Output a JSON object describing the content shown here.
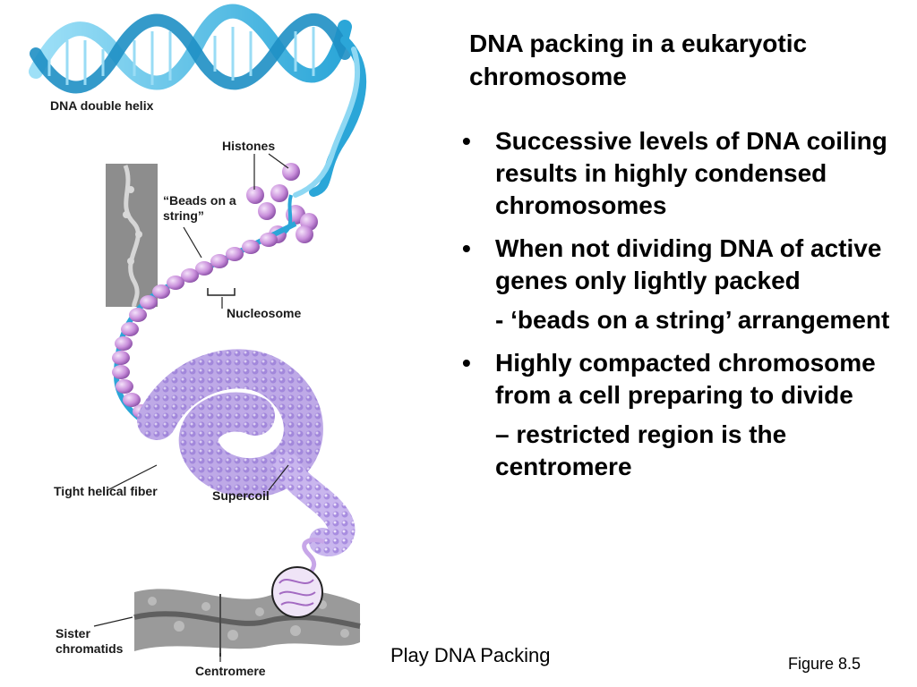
{
  "title": "DNA packing in a eukaryotic chromosome",
  "bullets": [
    {
      "text": "Successive levels of DNA coiling results in highly condensed chromosomes",
      "subs": []
    },
    {
      "text": "When not dividing DNA of active genes only lightly packed",
      "subs": [
        "- ‘beads on a string’ arrangement"
      ]
    },
    {
      "text": "Highly compacted chromosome from a cell preparing to divide",
      "subs": [
        "–  restricted region is the centromere"
      ]
    }
  ],
  "bullet_symbol": "•",
  "play_link": "Play DNA Packing",
  "figure_number": "Figure 8.5",
  "diagram_labels": {
    "dna_double_helix": "DNA double helix",
    "histones": "Histones",
    "beads_on_a_string": "“Beads on a string”",
    "nucleosome": "Nucleosome",
    "tight_helical_fiber": "Tight helical fiber",
    "supercoil": "Supercoil",
    "sister_chromatids": "Sister chromatids",
    "centromere": "Centromere"
  },
  "colors": {
    "helix": "#3fb4e0",
    "histone": "#c78ad6",
    "supercoil": "#b59be0",
    "chromatid": "#8a8a8a",
    "text": "#000000"
  }
}
